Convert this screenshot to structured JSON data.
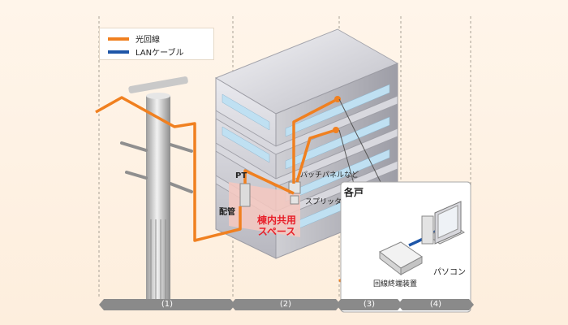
{
  "legend": {
    "fiber_label": "光回線",
    "lan_label": "LANケーブル",
    "fiber_color": "#f08020",
    "lan_color": "#1e56a8"
  },
  "labels": {
    "pt": "PT",
    "wiring": "配管",
    "patch_panel": "パッチパネルなど",
    "splitter": "スプリッタ",
    "shared_space_line1": "棟内共用",
    "shared_space_line2": "スペース",
    "each_unit": "各戸",
    "onu": "回線終端装置",
    "pc": "パソコン"
  },
  "sections": [
    "(1)",
    "(2)",
    "(3)",
    "(4)"
  ],
  "colors": {
    "shared_space_text": "#e8202a",
    "section_bar": "#8a8a8a"
  }
}
